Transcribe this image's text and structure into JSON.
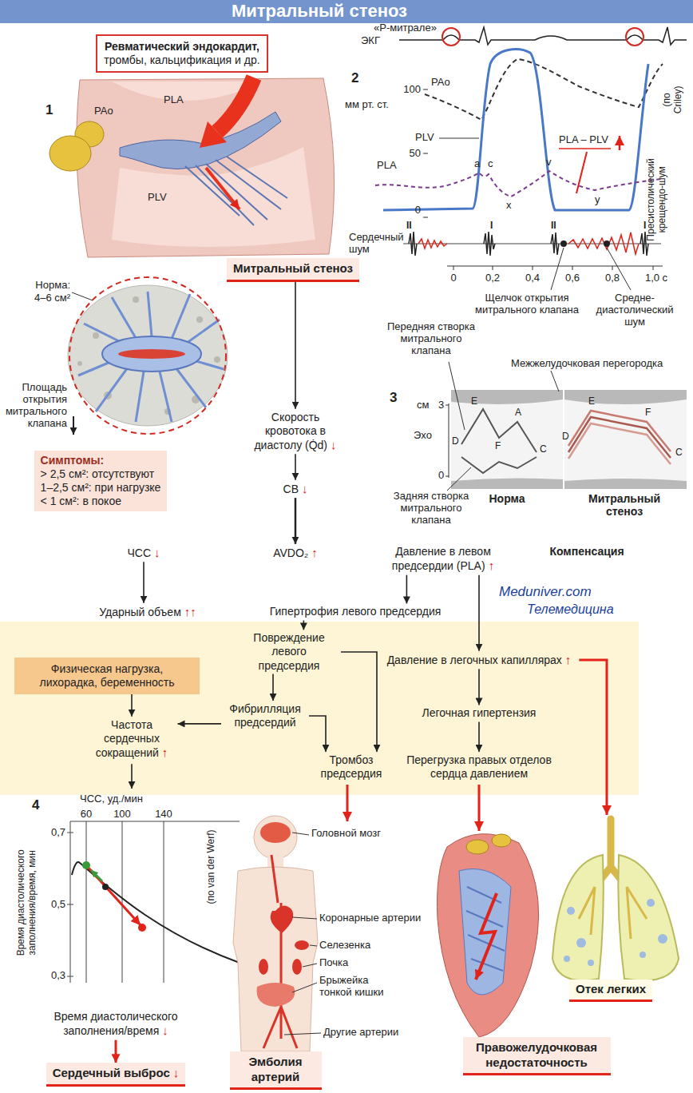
{
  "diagram": {
    "title": "Митральный стеноз",
    "nodes": [
      {
        "text": [
          "Ревматический эндокардит,",
          "тромбы, кальцификация и др."
        ]
      },
      {
        "text": [
          "Митральный стеноз"
        ]
      },
      {
        "text": [
          "Скорость кровотока в диастолу (Q̇d)",
          "↓"
        ]
      },
      {
        "text": [
          "СВ",
          "↓"
        ]
      },
      {
        "text": [
          "ЧСС",
          "↓"
        ]
      },
      {
        "text": [
          "AVDO₂",
          "↑"
        ]
      },
      {
        "text": [
          "Давление в левом предсердии (PLA)",
          "↑"
        ]
      },
      {
        "text": [
          "Ударный объем",
          "↑↑"
        ]
      },
      {
        "text": [
          "Гипертрофия левого предсердия"
        ]
      },
      {
        "text": [
          "Повреждение левого предсердия"
        ]
      },
      {
        "text": [
          "Давление в легочных капиллярах",
          "↑"
        ]
      },
      {
        "text": [
          "Физическая нагрузка, лихорадка, беременность"
        ]
      },
      {
        "text": [
          "Фибрилляция предсердий"
        ]
      },
      {
        "text": [
          "Легочная гипертензия"
        ]
      },
      {
        "text": [
          "Частота сердечных сокращений",
          "↑"
        ]
      },
      {
        "text": [
          "Тромбоз предсердия"
        ]
      },
      {
        "text": [
          "Перегрузка правых отделов сердца давлением"
        ]
      },
      {
        "text": [
          "Время диастолического заполнения/время",
          "↓"
        ]
      },
      {
        "text": [
          "Сердечный выброс",
          "↓"
        ]
      },
      {
        "text": [
          "Эмболия артерий"
        ]
      },
      {
        "text": [
          "Правожелудочковая недостаточность"
        ]
      },
      {
        "text": [
          "Отек легких"
        ]
      },
      {
        "text": [
          "Симптомы:",
          "> 2,5 см²: отсутствуют",
          "1–2,5 см²: при нагрузке",
          "< 1 см²: в покое"
        ]
      }
    ],
    "edges": [
      {
        "from": 1,
        "to": 2,
        "arrow": "to"
      },
      {
        "from": 2,
        "to": 3,
        "arrow": "to"
      },
      {
        "from": 3,
        "to": 5,
        "arrow": "to"
      },
      {
        "from": 4,
        "to": 7,
        "arrow": "to"
      },
      {
        "from": 6,
        "to": 8,
        "arrow": "to"
      },
      {
        "from": 6,
        "to": 10,
        "arrow": "to"
      },
      {
        "from": 8,
        "to": 9,
        "arrow": "to"
      },
      {
        "from": 9,
        "to": 12,
        "arrow": "to"
      },
      {
        "from": 9,
        "to": 15,
        "arrow": "to"
      },
      {
        "from": 12,
        "to": 15,
        "arrow": "to"
      },
      {
        "from": 12,
        "to": 14,
        "arrow": "to"
      },
      {
        "from": 11,
        "to": 14,
        "arrow": "to"
      },
      {
        "from": 10,
        "to": 13,
        "arrow": "to"
      },
      {
        "from": 13,
        "to": 16,
        "arrow": "to"
      },
      {
        "from": 17,
        "to": 18,
        "arrow": "to"
      }
    ],
    "labels": [
      "1",
      "PLA",
      "PAo",
      "PLV",
      "Норма:",
      "4–6 см²",
      "Площадь открытия митрального клапана",
      "2",
      "«Р-митрале»",
      "ЭКГ",
      "мм рт. ст.",
      "100",
      "50",
      "0",
      "PAo",
      "PLV",
      "PLA",
      "a",
      "c",
      "x",
      "v",
      "PLA – PLV",
      "y",
      "(по Criley)",
      "Пресистолический крещендо-шум",
      "Сердечный шум",
      "II",
      "I",
      "II",
      "I",
      "0",
      "0,2",
      "0,4",
      "0,6",
      "0,8",
      "1,0 с",
      "Щелчок открытия митрального клапана",
      "Средне-диастолический шум",
      "Передняя створка митрального клапана",
      "Межжелудочковая перегородка",
      "3",
      "см",
      "3",
      "Эхо",
      "0",
      "D",
      "E",
      "F",
      "A",
      "C",
      "Задняя створка митрального клапана",
      "Норма",
      "D",
      "E",
      "F",
      "C",
      "Митральный стеноз",
      "Компенсация",
      "Meduniver.com",
      "Телемедицина",
      "4",
      "ЧСС, уд./мин",
      "60",
      "100",
      "140",
      "0,7",
      "0,5",
      "0,3",
      "Время диастолического заполнения/время, мин",
      "(по van der Werf)",
      "Головной мозг",
      "Коронарные артерии",
      "Селезенка",
      "Почка",
      "Брыжейка тонкой кишки",
      "Другие артерии"
    ]
  }
}
